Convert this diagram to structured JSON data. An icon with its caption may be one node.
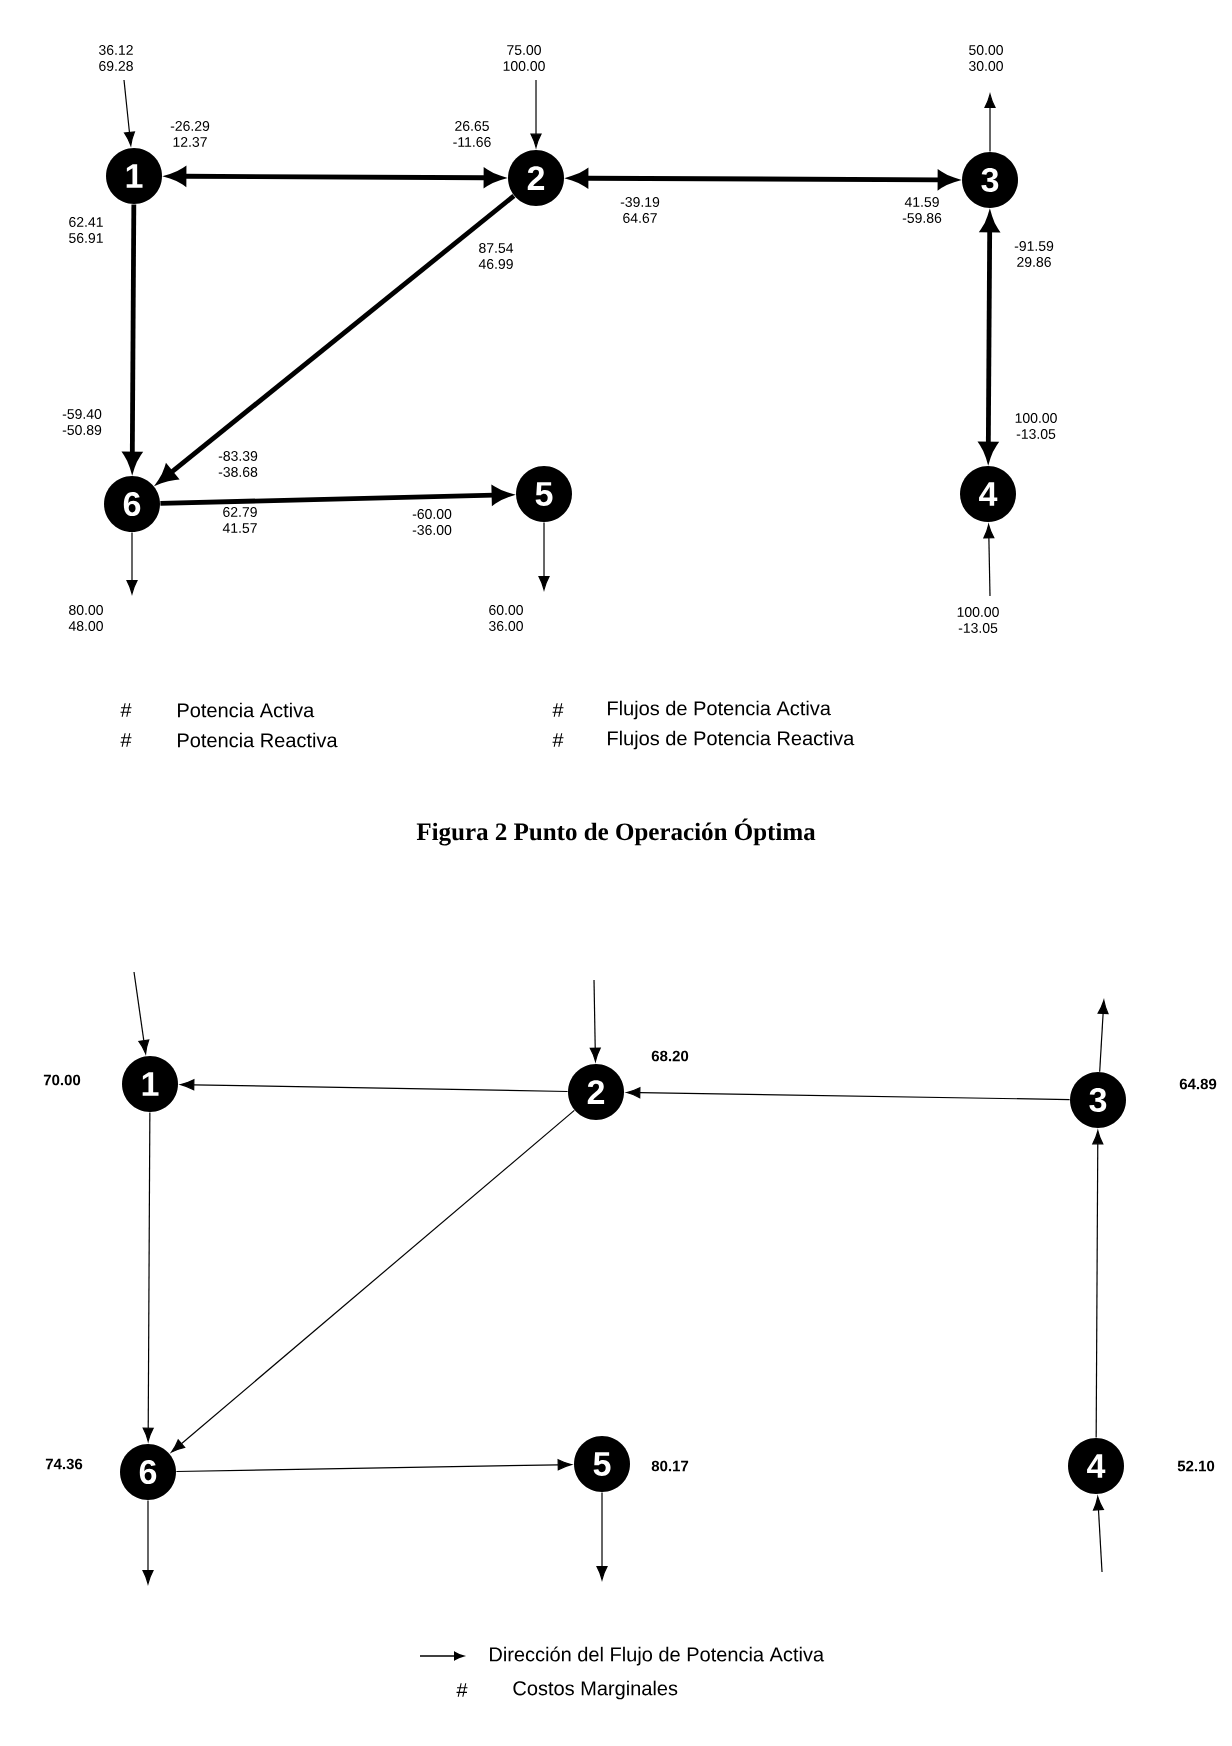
{
  "diagram": {
    "caption": "Figura 2 Punto de Operación Óptima",
    "nodes": [
      {
        "text": [
          "1"
        ]
      },
      {
        "text": [
          "2"
        ]
      },
      {
        "text": [
          "3"
        ]
      },
      {
        "text": [
          "6"
        ]
      },
      {
        "text": [
          "5"
        ]
      },
      {
        "text": [
          "4"
        ]
      },
      {
        "text": [
          "1"
        ],
        "beside": [
          "70.00"
        ]
      },
      {
        "text": [
          "2"
        ],
        "beside": [
          "68.20"
        ]
      },
      {
        "text": [
          "3"
        ],
        "beside": [
          "64.89"
        ]
      },
      {
        "text": [
          "6"
        ],
        "beside": [
          "74.36"
        ]
      },
      {
        "text": [
          "5"
        ],
        "beside": [
          "80.17"
        ]
      },
      {
        "text": [
          "4"
        ],
        "beside": [
          "52.10"
        ]
      }
    ],
    "edges": [
      {
        "from": 0,
        "to": 1,
        "arrow": "both",
        "style": "thick"
      },
      {
        "from": 1,
        "to": 2,
        "arrow": "both",
        "style": "thick"
      },
      {
        "from": 0,
        "to": 3,
        "arrow": "to",
        "style": "thick"
      },
      {
        "from": 1,
        "to": 3,
        "arrow": "to",
        "style": "thick"
      },
      {
        "from": 3,
        "to": 4,
        "arrow": "to",
        "style": "thick"
      },
      {
        "from": 5,
        "to": 2,
        "arrow": "both",
        "style": "thick"
      },
      {
        "from": null,
        "to": 0,
        "arrow": "to",
        "label": "36.12 69.28"
      },
      {
        "from": null,
        "to": 1,
        "arrow": "to",
        "label": "75.00 100.00"
      },
      {
        "from": 2,
        "to": null,
        "arrow": "to",
        "label": "50.00 30.00"
      },
      {
        "from": 3,
        "to": null,
        "arrow": "to",
        "label": "80.00 48.00"
      },
      {
        "from": 4,
        "to": null,
        "arrow": "to",
        "label": "60.00 36.00"
      },
      {
        "from": null,
        "to": 5,
        "arrow": "to",
        "label": "100.00 -13.05"
      },
      {
        "from": 7,
        "to": 6,
        "arrow": "to"
      },
      {
        "from": 8,
        "to": 7,
        "arrow": "to"
      },
      {
        "from": 6,
        "to": 9,
        "arrow": "to"
      },
      {
        "from": 7,
        "to": 9,
        "arrow": "to"
      },
      {
        "from": 9,
        "to": 10,
        "arrow": "to"
      },
      {
        "from": 11,
        "to": 8,
        "arrow": "to"
      },
      {
        "from": null,
        "to": 6,
        "arrow": "to"
      },
      {
        "from": null,
        "to": 7,
        "arrow": "to"
      },
      {
        "from": 8,
        "to": null,
        "arrow": "to"
      },
      {
        "from": 9,
        "to": null,
        "arrow": "to"
      },
      {
        "from": 10,
        "to": null,
        "arrow": "to"
      },
      {
        "from": null,
        "to": 11,
        "arrow": "to"
      }
    ],
    "labels": [
      "-26.29 12.37",
      "26.65 -11.66",
      "62.41 56.91",
      "87.54 46.99",
      "-39.19 64.67",
      "41.59 -59.86",
      "-91.59 29.86",
      "-59.40 -50.89",
      "-83.39 -38.68",
      "100.00 -13.05",
      "62.79 41.57",
      "-60.00 -36.00",
      "#",
      "#",
      "#",
      "#",
      "#"
    ],
    "legend": [
      {
        "text": "Potencia Activa"
      },
      {
        "text": "Flujos de Potencia Activa"
      },
      {
        "text": "Potencia Reactiva"
      },
      {
        "text": "Flujos de Potencia Reactiva"
      },
      {
        "text": "Dirección del Flujo de Potencia Activa"
      },
      {
        "text": "Costos Marginales"
      }
    ]
  }
}
